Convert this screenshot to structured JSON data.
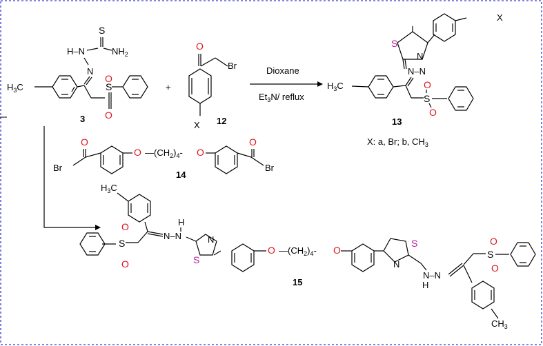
{
  "compounds": {
    "c3": {
      "number": "3"
    },
    "c12": {
      "number": "12"
    },
    "c13": {
      "number": "13"
    },
    "c14": {
      "number": "14"
    },
    "c15": {
      "number": "15"
    }
  },
  "reaction": {
    "plus": "+",
    "solvent": "Dioxane",
    "conditions": "Et3N/ reflux",
    "substituents": "X: a, Br; b, CH3"
  },
  "atoms": {
    "S": "S",
    "N": "N",
    "O": "O",
    "H": "H",
    "X": "X",
    "Br": "Br",
    "NH2": "NH2",
    "H3C": "H3C",
    "CH3": "CH3",
    "linker": "(CH2)4"
  },
  "colors": {
    "frame": "#3a3ad6",
    "oxygen": "#e0141e",
    "sulfur_thiazole": "#c0189a",
    "bond": "#000000"
  }
}
